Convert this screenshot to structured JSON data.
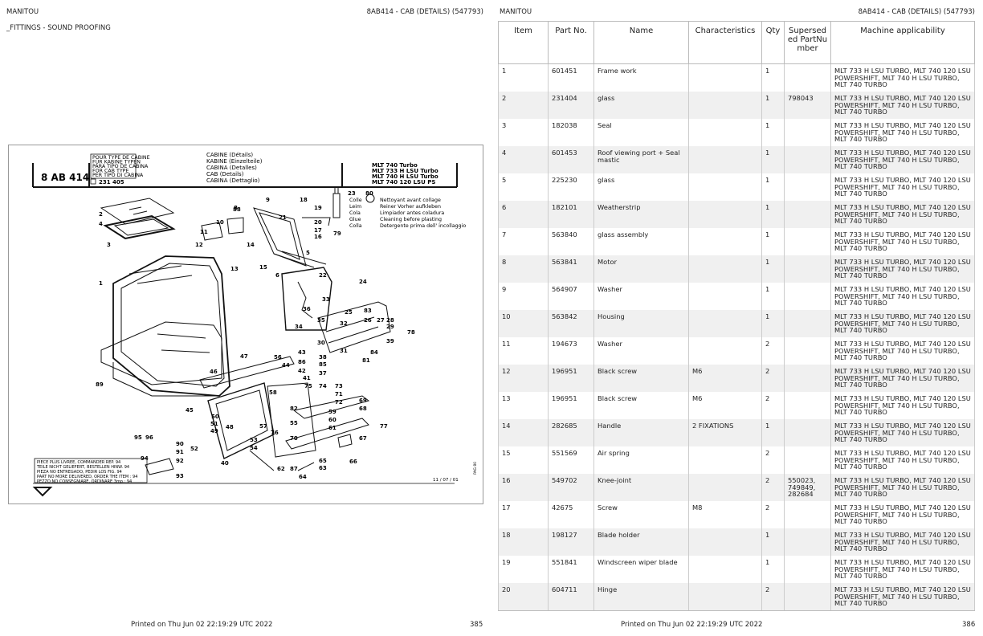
{
  "left_page": {
    "brand": "MANITOU",
    "doc_title": "8AB414 - CAB (DETAILS) (547793)",
    "section": "_FITTINGS - SOUND PROOFING",
    "printed": "Printed on  Thu Jun 02 22:19:29 UTC 2022",
    "page_number": "385"
  },
  "right_page": {
    "brand": "MANITOU",
    "doc_title": "8AB414 - CAB (DETAILS) (547793)",
    "printed": "Printed on  Thu Jun 02 22:19:29 UTC 2022",
    "page_number": "386"
  },
  "drawing": {
    "ref": "8 AB 414",
    "type_box": [
      "POUR TYPE DE CABINE",
      "FÜR KABINE TYPEN",
      "PARA TIPO DE CABINA",
      "FOR CAB TYPE",
      "PER TIPO DI CABINA"
    ],
    "cab_type": "231 405",
    "titles": [
      "CABINE (Détails)",
      "KABINE (Einzelteile)",
      "CABINA (Detalles)",
      "CAB (Details)",
      "CABINA (Dettaglio)"
    ],
    "models": [
      "MLT 740 Turbo",
      "MLT 733 H LSU Turbo",
      "MLT 740 H LSU Turbo",
      "MLT 740 120 LSU PS"
    ],
    "glue_words": [
      "Colle",
      "Leim",
      "Cola",
      "Glue",
      "Colla"
    ],
    "cleaning": [
      "Nettoyant avant collage",
      "Reiner Vorher aufkleben",
      "Limpiador antes coladura",
      "Cleaning before plasting",
      "Detergente prima dell' incollaggio"
    ],
    "note": [
      "PIECE PLUS LIVREE, COMMANDER REP. 94",
      "TEILE NICHT GELIEFERT, BESTELLEN HINW. 94",
      "PIEZA NO ENTREGADO, PEDIR LOS FIG. 94",
      "PART NO MORE DELIVERED, ORDER THE ITEM : 94",
      "PEZZO NO CONSEGNIARE, ORDINARE 3mp.: 94"
    ],
    "date": "11 / 07 / 01",
    "side_code": "PAG 80",
    "callouts": [
      "1",
      "2",
      "3",
      "4",
      "5",
      "6",
      "8",
      "9",
      "10",
      "11",
      "12",
      "13",
      "14",
      "15",
      "16",
      "17",
      "18",
      "19",
      "20",
      "21",
      "22",
      "23",
      "24",
      "25",
      "26",
      "27",
      "28",
      "29",
      "30",
      "31",
      "32",
      "33",
      "34",
      "35",
      "36",
      "37",
      "38",
      "39",
      "40",
      "41",
      "42",
      "43",
      "44",
      "45",
      "46",
      "47",
      "48",
      "49",
      "50",
      "51",
      "52",
      "53",
      "54",
      "55",
      "56",
      "57",
      "58",
      "59",
      "60",
      "61",
      "62",
      "63",
      "64",
      "65",
      "66",
      "67",
      "68",
      "69",
      "70",
      "71",
      "72",
      "73",
      "74",
      "75",
      "76",
      "77",
      "78",
      "79",
      "80",
      "81",
      "82",
      "83",
      "84",
      "85",
      "86",
      "87",
      "88",
      "89",
      "90",
      "91",
      "92",
      "93",
      "94",
      "95",
      "96"
    ]
  },
  "table": {
    "headers": [
      "Item",
      "Part No.",
      "Name",
      "Characteristics",
      "Qty",
      "Superseded PartNumber",
      "Machine applicability"
    ],
    "rows": [
      [
        "1",
        "601451",
        "Frame work",
        "",
        "1",
        "",
        "MLT 733 H LSU TURBO, MLT 740 120 LSU POWERSHIFT, MLT 740 H LSU TURBO, MLT 740 TURBO"
      ],
      [
        "2",
        "231404",
        "glass",
        "",
        "1",
        "798043",
        "MLT 733 H LSU TURBO, MLT 740 120 LSU POWERSHIFT, MLT 740 H LSU TURBO, MLT 740 TURBO"
      ],
      [
        "3",
        "182038",
        "Seal",
        "",
        "1",
        "",
        "MLT 733 H LSU TURBO, MLT 740 120 LSU POWERSHIFT, MLT 740 H LSU TURBO, MLT 740 TURBO"
      ],
      [
        "4",
        "601453",
        "Roof viewing port + Seal mastic",
        "",
        "1",
        "",
        "MLT 733 H LSU TURBO, MLT 740 120 LSU POWERSHIFT, MLT 740 H LSU TURBO, MLT 740 TURBO"
      ],
      [
        "5",
        "225230",
        "glass",
        "",
        "1",
        "",
        "MLT 733 H LSU TURBO, MLT 740 120 LSU POWERSHIFT, MLT 740 H LSU TURBO, MLT 740 TURBO"
      ],
      [
        "6",
        "182101",
        "Weatherstrip",
        "",
        "1",
        "",
        "MLT 733 H LSU TURBO, MLT 740 120 LSU POWERSHIFT, MLT 740 H LSU TURBO, MLT 740 TURBO"
      ],
      [
        "7",
        "563840",
        "glass assembly",
        "",
        "1",
        "",
        "MLT 733 H LSU TURBO, MLT 740 120 LSU POWERSHIFT, MLT 740 H LSU TURBO, MLT 740 TURBO"
      ],
      [
        "8",
        "563841",
        "Motor",
        "",
        "1",
        "",
        "MLT 733 H LSU TURBO, MLT 740 120 LSU POWERSHIFT, MLT 740 H LSU TURBO, MLT 740 TURBO"
      ],
      [
        "9",
        "564907",
        "Washer",
        "",
        "1",
        "",
        "MLT 733 H LSU TURBO, MLT 740 120 LSU POWERSHIFT, MLT 740 H LSU TURBO, MLT 740 TURBO"
      ],
      [
        "10",
        "563842",
        "Housing",
        "",
        "1",
        "",
        "MLT 733 H LSU TURBO, MLT 740 120 LSU POWERSHIFT, MLT 740 H LSU TURBO, MLT 740 TURBO"
      ],
      [
        "11",
        "194673",
        "Washer",
        "",
        "2",
        "",
        "MLT 733 H LSU TURBO, MLT 740 120 LSU POWERSHIFT, MLT 740 H LSU TURBO, MLT 740 TURBO"
      ],
      [
        "12",
        "196951",
        "Black screw",
        "M6",
        "2",
        "",
        "MLT 733 H LSU TURBO, MLT 740 120 LSU POWERSHIFT, MLT 740 H LSU TURBO, MLT 740 TURBO"
      ],
      [
        "13",
        "196951",
        "Black screw",
        "M6",
        "2",
        "",
        "MLT 733 H LSU TURBO, MLT 740 120 LSU POWERSHIFT, MLT 740 H LSU TURBO, MLT 740 TURBO"
      ],
      [
        "14",
        "282685",
        "Handle",
        "2 FIXATIONS",
        "1",
        "",
        "MLT 733 H LSU TURBO, MLT 740 120 LSU POWERSHIFT, MLT 740 H LSU TURBO, MLT 740 TURBO"
      ],
      [
        "15",
        "551569",
        "Air spring",
        "",
        "2",
        "",
        "MLT 733 H LSU TURBO, MLT 740 120 LSU POWERSHIFT, MLT 740 H LSU TURBO, MLT 740 TURBO"
      ],
      [
        "16",
        "549702",
        "Knee-joint",
        "",
        "2",
        "550023, 749849, 282684",
        "MLT 733 H LSU TURBO, MLT 740 120 LSU POWERSHIFT, MLT 740 H LSU TURBO, MLT 740 TURBO"
      ],
      [
        "17",
        "42675",
        "Screw",
        "M8",
        "2",
        "",
        "MLT 733 H LSU TURBO, MLT 740 120 LSU POWERSHIFT, MLT 740 H LSU TURBO, MLT 740 TURBO"
      ],
      [
        "18",
        "198127",
        "Blade holder",
        "",
        "1",
        "",
        "MLT 733 H LSU TURBO, MLT 740 120 LSU POWERSHIFT, MLT 740 H LSU TURBO, MLT 740 TURBO"
      ],
      [
        "19",
        "551841",
        "Windscreen wiper blade",
        "",
        "1",
        "",
        "MLT 733 H LSU TURBO, MLT 740 120 LSU POWERSHIFT, MLT 740 H LSU TURBO, MLT 740 TURBO"
      ],
      [
        "20",
        "604711",
        "Hinge",
        "",
        "2",
        "",
        "MLT 733 H LSU TURBO, MLT 740 120 LSU POWERSHIFT, MLT 740 H LSU TURBO, MLT 740 TURBO"
      ]
    ]
  }
}
